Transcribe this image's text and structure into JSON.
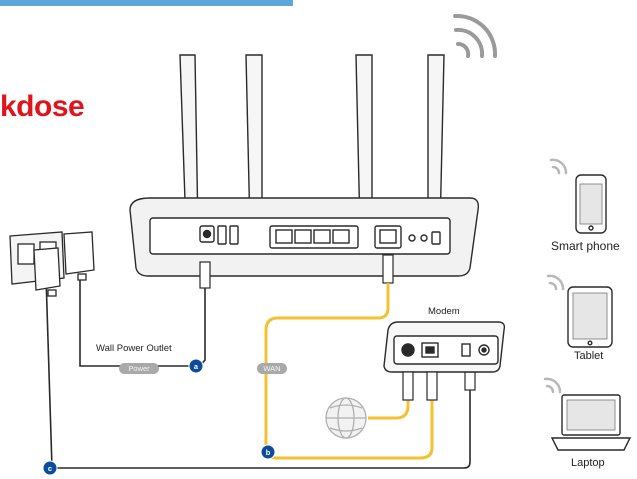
{
  "heading": "kdose",
  "labels": {
    "wall_power_outlet": "Wall Power Outlet",
    "power": "Power",
    "wan": "WAN",
    "modem": "Modem",
    "smart_phone": "Smart phone",
    "tablet": "Tablet",
    "laptop": "Laptop"
  },
  "markers": [
    "a",
    "b",
    "c"
  ],
  "colors": {
    "heading": "#e0141b",
    "ethernet_cable": "#f2c230",
    "marker": "#0d4c9c",
    "line": "#2a2a2a",
    "accent_bar": "#5aa6dd"
  },
  "icons": [
    "wifi-signal-icon",
    "globe-icon",
    "smartphone-icon",
    "tablet-icon",
    "laptop-icon",
    "router-icon",
    "modem-icon",
    "power-adapter-icon"
  ]
}
